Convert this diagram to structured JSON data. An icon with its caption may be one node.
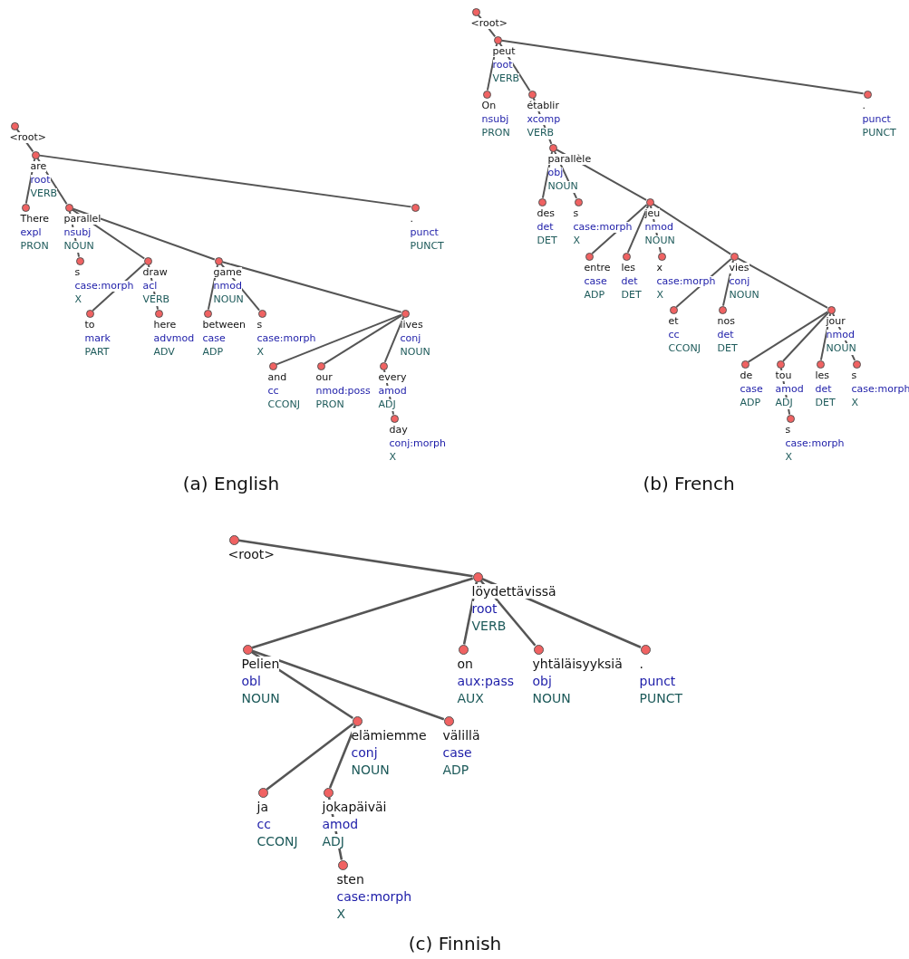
{
  "diagram": {
    "nodes": [
      {
        "text": [],
        "shape": "circle",
        "beside": [
          "<root>"
        ]
      },
      {
        "text": [],
        "shape": "circle",
        "beside": [
          "are",
          "root",
          "VERB"
        ]
      },
      {
        "text": [],
        "shape": "circle",
        "beside": [
          "There",
          "expl",
          "PRON"
        ]
      },
      {
        "text": [],
        "shape": "circle",
        "beside": [
          "parallel",
          "nsubj",
          "NOUN"
        ]
      },
      {
        "text": [],
        "shape": "circle",
        "beside": [
          ".",
          "punct",
          "PUNCT"
        ]
      },
      {
        "text": [],
        "shape": "circle",
        "beside": [
          "s",
          "case:morph",
          "X"
        ]
      },
      {
        "text": [],
        "shape": "circle",
        "beside": [
          "draw",
          "acl",
          "VERB"
        ]
      },
      {
        "text": [],
        "shape": "circle",
        "beside": [
          "game",
          "nmod",
          "NOUN"
        ]
      },
      {
        "text": [],
        "shape": "circle",
        "beside": [
          "to",
          "mark",
          "PART"
        ]
      },
      {
        "text": [],
        "shape": "circle",
        "beside": [
          "here",
          "advmod",
          "ADV"
        ]
      },
      {
        "text": [],
        "shape": "circle",
        "beside": [
          "between",
          "case",
          "ADP"
        ]
      },
      {
        "text": [],
        "shape": "circle",
        "beside": [
          "s",
          "case:morph",
          "X"
        ]
      },
      {
        "text": [],
        "shape": "circle",
        "beside": [
          "lives",
          "conj",
          "NOUN"
        ]
      },
      {
        "text": [],
        "shape": "circle",
        "beside": [
          "and",
          "cc",
          "CCONJ"
        ]
      },
      {
        "text": [],
        "shape": "circle",
        "beside": [
          "our",
          "nmod:poss",
          "PRON"
        ]
      },
      {
        "text": [],
        "shape": "circle",
        "beside": [
          "every",
          "amod",
          "ADJ"
        ]
      },
      {
        "text": [],
        "shape": "circle",
        "beside": [
          "day",
          "conj:morph",
          "X"
        ]
      },
      {
        "text": [],
        "shape": "circle",
        "beside": [
          "<root>"
        ]
      },
      {
        "text": [],
        "shape": "circle",
        "beside": [
          "peut",
          "root",
          "VERB"
        ]
      },
      {
        "text": [],
        "shape": "circle",
        "beside": [
          "On",
          "nsubj",
          "PRON"
        ]
      },
      {
        "text": [],
        "shape": "circle",
        "beside": [
          "établir",
          "xcomp",
          "VERB"
        ]
      },
      {
        "text": [],
        "shape": "circle",
        "beside": [
          ".",
          "punct",
          "PUNCT"
        ]
      },
      {
        "text": [],
        "shape": "circle",
        "beside": [
          "parallèle",
          "obj",
          "NOUN"
        ]
      },
      {
        "text": [],
        "shape": "circle",
        "beside": [
          "des",
          "det",
          "DET"
        ]
      },
      {
        "text": [],
        "shape": "circle",
        "beside": [
          "s",
          "case:morph",
          "X"
        ]
      },
      {
        "text": [],
        "shape": "circle",
        "beside": [
          "jeu",
          "nmod",
          "NOUN"
        ]
      },
      {
        "text": [],
        "shape": "circle",
        "beside": [
          "entre",
          "case",
          "ADP"
        ]
      },
      {
        "text": [],
        "shape": "circle",
        "beside": [
          "les",
          "det",
          "DET"
        ]
      },
      {
        "text": [],
        "shape": "circle",
        "beside": [
          "x",
          "case:morph",
          "X"
        ]
      },
      {
        "text": [],
        "shape": "circle",
        "beside": [
          "vies",
          "conj",
          "NOUN"
        ]
      },
      {
        "text": [],
        "shape": "circle",
        "beside": [
          "et",
          "cc",
          "CCONJ"
        ]
      },
      {
        "text": [],
        "shape": "circle",
        "beside": [
          "nos",
          "det",
          "DET"
        ]
      },
      {
        "text": [],
        "shape": "circle",
        "beside": [
          "jour",
          "nmod",
          "NOUN"
        ]
      },
      {
        "text": [],
        "shape": "circle",
        "beside": [
          "de",
          "case",
          "ADP"
        ]
      },
      {
        "text": [],
        "shape": "circle",
        "beside": [
          "tou",
          "amod",
          "ADJ"
        ]
      },
      {
        "text": [],
        "shape": "circle",
        "beside": [
          "les",
          "det",
          "DET"
        ]
      },
      {
        "text": [],
        "shape": "circle",
        "beside": [
          "s",
          "case:morph",
          "X"
        ]
      },
      {
        "text": [],
        "shape": "circle",
        "beside": [
          "s",
          "case:morph",
          "X"
        ]
      },
      {
        "text": [],
        "shape": "circle",
        "beside": [
          "<root>"
        ]
      },
      {
        "text": [],
        "shape": "circle",
        "beside": [
          "löydettävissä",
          "root",
          "VERB"
        ]
      },
      {
        "text": [],
        "shape": "circle",
        "beside": [
          "Pelien",
          "obl",
          "NOUN"
        ]
      },
      {
        "text": [],
        "shape": "circle",
        "beside": [
          "on",
          "aux:pass",
          "AUX"
        ]
      },
      {
        "text": [],
        "shape": "circle",
        "beside": [
          "yhtäläisyyksiä",
          "obj",
          "NOUN"
        ]
      },
      {
        "text": [],
        "shape": "circle",
        "beside": [
          ".",
          "punct",
          "PUNCT"
        ]
      },
      {
        "text": [],
        "shape": "circle",
        "beside": [
          "elämiemme",
          "conj",
          "NOUN"
        ]
      },
      {
        "text": [],
        "shape": "circle",
        "beside": [
          "välillä",
          "case",
          "ADP"
        ]
      },
      {
        "text": [],
        "shape": "circle",
        "beside": [
          "ja",
          "cc",
          "CCONJ"
        ]
      },
      {
        "text": [],
        "shape": "circle",
        "beside": [
          "jokapäiväi",
          "amod",
          "ADJ"
        ]
      },
      {
        "text": [],
        "shape": "circle",
        "beside": [
          "sten",
          "case:morph",
          "X"
        ]
      }
    ],
    "edges": [
      {
        "from": 0,
        "to": 1,
        "arrow": "none"
      },
      {
        "from": 1,
        "to": 2,
        "arrow": "none"
      },
      {
        "from": 1,
        "to": 3,
        "arrow": "none"
      },
      {
        "from": 1,
        "to": 4,
        "arrow": "none"
      },
      {
        "from": 3,
        "to": 5,
        "arrow": "none"
      },
      {
        "from": 3,
        "to": 6,
        "arrow": "none"
      },
      {
        "from": 3,
        "to": 7,
        "arrow": "none"
      },
      {
        "from": 6,
        "to": 8,
        "arrow": "none"
      },
      {
        "from": 6,
        "to": 9,
        "arrow": "none"
      },
      {
        "from": 7,
        "to": 10,
        "arrow": "none"
      },
      {
        "from": 7,
        "to": 11,
        "arrow": "none"
      },
      {
        "from": 7,
        "to": 12,
        "arrow": "none"
      },
      {
        "from": 12,
        "to": 13,
        "arrow": "none"
      },
      {
        "from": 12,
        "to": 14,
        "arrow": "none"
      },
      {
        "from": 12,
        "to": 15,
        "arrow": "none"
      },
      {
        "from": 15,
        "to": 16,
        "arrow": "none"
      },
      {
        "from": 17,
        "to": 18,
        "arrow": "none"
      },
      {
        "from": 18,
        "to": 19,
        "arrow": "none"
      },
      {
        "from": 18,
        "to": 20,
        "arrow": "none"
      },
      {
        "from": 18,
        "to": 21,
        "arrow": "none"
      },
      {
        "from": 20,
        "to": 22,
        "arrow": "none"
      },
      {
        "from": 22,
        "to": 23,
        "arrow": "none"
      },
      {
        "from": 22,
        "to": 24,
        "arrow": "none"
      },
      {
        "from": 22,
        "to": 25,
        "arrow": "none"
      },
      {
        "from": 25,
        "to": 26,
        "arrow": "none"
      },
      {
        "from": 25,
        "to": 27,
        "arrow": "none"
      },
      {
        "from": 25,
        "to": 28,
        "arrow": "none"
      },
      {
        "from": 25,
        "to": 29,
        "arrow": "none"
      },
      {
        "from": 29,
        "to": 30,
        "arrow": "none"
      },
      {
        "from": 29,
        "to": 31,
        "arrow": "none"
      },
      {
        "from": 29,
        "to": 32,
        "arrow": "none"
      },
      {
        "from": 32,
        "to": 33,
        "arrow": "none"
      },
      {
        "from": 32,
        "to": 34,
        "arrow": "none"
      },
      {
        "from": 32,
        "to": 35,
        "arrow": "none"
      },
      {
        "from": 32,
        "to": 36,
        "arrow": "none"
      },
      {
        "from": 34,
        "to": 37,
        "arrow": "none"
      },
      {
        "from": 38,
        "to": 39,
        "arrow": "none"
      },
      {
        "from": 39,
        "to": 40,
        "arrow": "none"
      },
      {
        "from": 39,
        "to": 41,
        "arrow": "none"
      },
      {
        "from": 39,
        "to": 42,
        "arrow": "none"
      },
      {
        "from": 39,
        "to": 43,
        "arrow": "none"
      },
      {
        "from": 40,
        "to": 44,
        "arrow": "none"
      },
      {
        "from": 40,
        "to": 45,
        "arrow": "none"
      },
      {
        "from": 44,
        "to": 46,
        "arrow": "none"
      },
      {
        "from": 44,
        "to": 47,
        "arrow": "none"
      },
      {
        "from": 47,
        "to": 48,
        "arrow": "none"
      }
    ],
    "labels": [
      "(a) English",
      "(b) French",
      "(c) Finnish"
    ]
  }
}
